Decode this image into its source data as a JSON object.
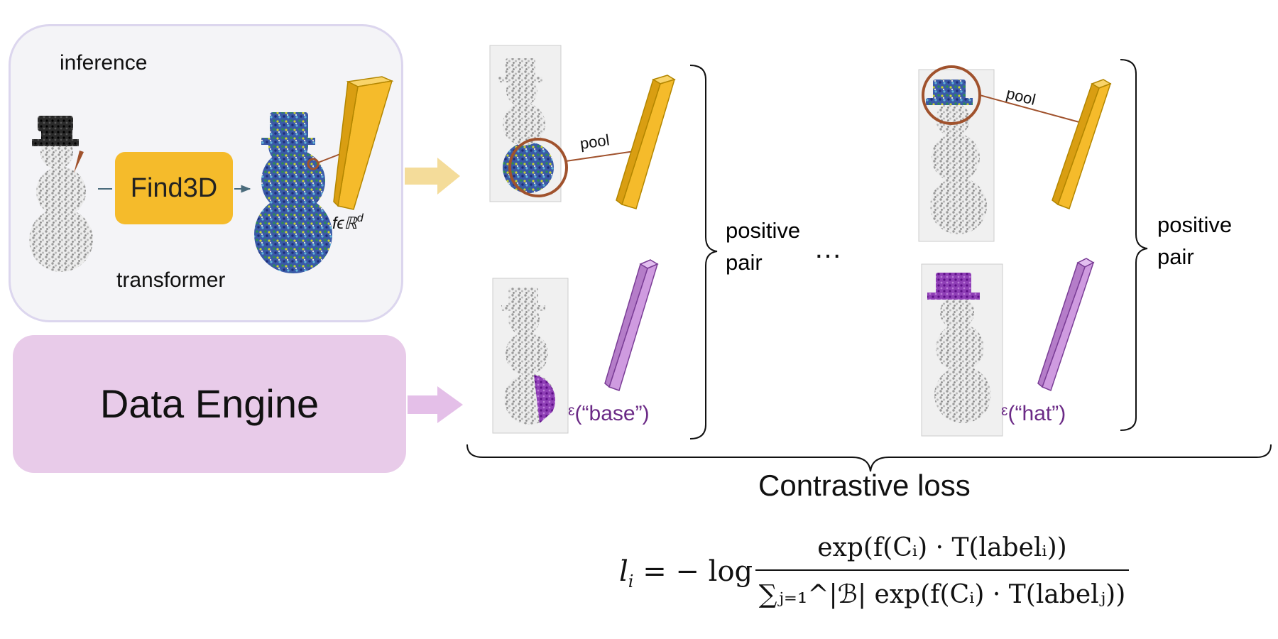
{
  "inference_panel": {
    "title": "inference",
    "model_label": "Find3D",
    "backbone_label": "transformer",
    "feature_label": "fϵℝ",
    "feature_superscript": "d"
  },
  "data_engine": {
    "label": "Data Engine"
  },
  "pairs": [
    {
      "pool_label": "pool",
      "text_label": "ᵋ(“base”)",
      "pair_label_line1": "positive",
      "pair_label_line2": "pair"
    },
    {
      "pool_label": "pool",
      "text_label": "ᵋ(“hat”)",
      "pair_label_line1": "positive",
      "pair_label_line2": "pair"
    }
  ],
  "ellipsis": "…",
  "loss": {
    "title": "Contrastive loss",
    "formula_lhs": "l",
    "formula_lhs_sub": "i",
    "formula_eq": " = − log",
    "numerator": "exp(f(Cᵢ) · T(labelᵢ))",
    "denominator": "∑ⱼ₌₁^|ℬ| exp(f(Cᵢ) · T(labelⱼ))"
  },
  "colors": {
    "feature_bar": "#f5bb2b",
    "text_bar": "#cf9be0",
    "text_label": "#6b2a86",
    "pool_line": "#a0522d",
    "point_purple": "#7a1fa2",
    "point_black": "#111111",
    "arrow_yellow": "#f4dc9a",
    "arrow_pink": "#e4bfe8"
  }
}
